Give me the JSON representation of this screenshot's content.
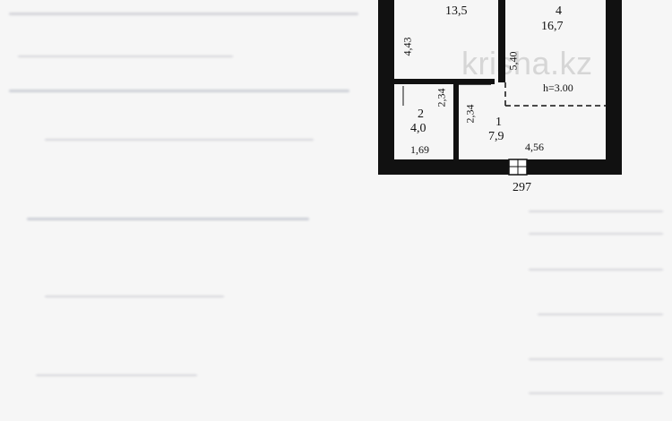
{
  "watermark": "krisha.kz",
  "rooms": [
    {
      "number": "",
      "area": "13,5"
    },
    {
      "number": "4",
      "area": "16,7"
    },
    {
      "number": "2",
      "area": "4,0"
    },
    {
      "number": "1",
      "area": "7,9"
    }
  ],
  "dimensions": {
    "left_wall": "4,43",
    "divider": "5,40",
    "corridor_a": "2,34",
    "corridor_b": "2,34",
    "bottom_left": "1,69",
    "bottom_mid": "4,56",
    "outside": "297",
    "height": "h=3.00"
  }
}
